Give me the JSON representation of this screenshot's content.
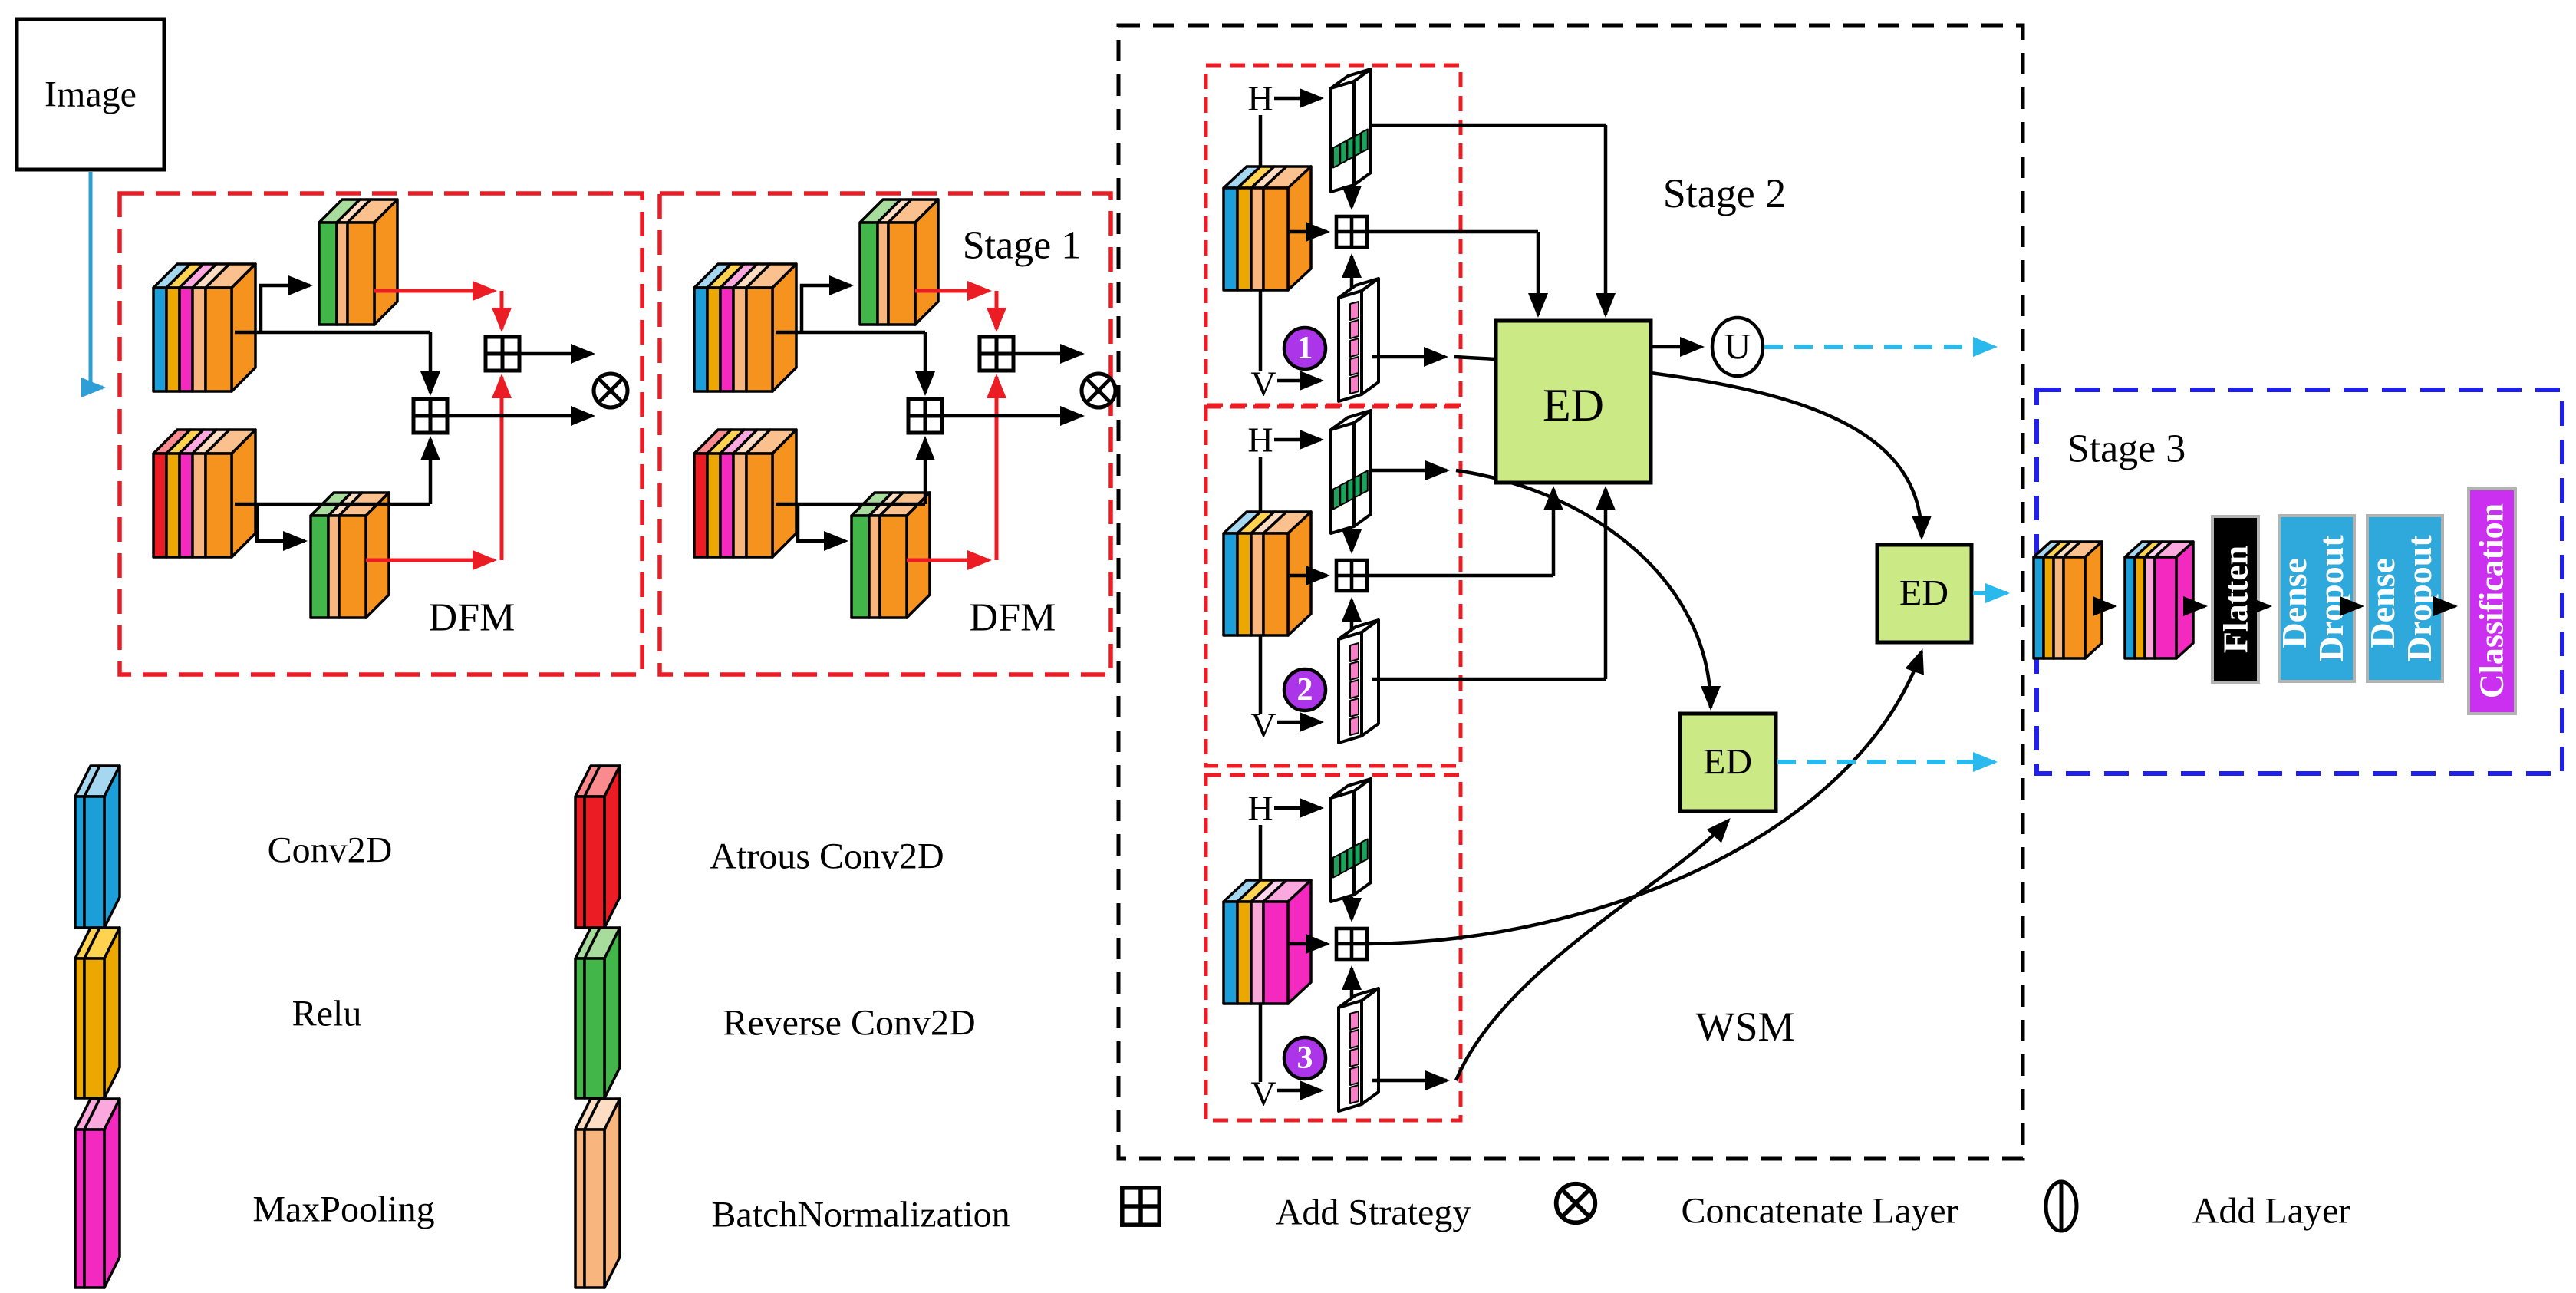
{
  "labels": {
    "image": "Image",
    "dfm": "DFM",
    "stage1": "Stage 1",
    "stage2": "Stage 2",
    "stage3": "Stage 3",
    "wsm": "WSM",
    "ed": "ED",
    "u": "U",
    "h": "H",
    "v": "V",
    "n1": "1",
    "n2": "2",
    "n3": "3"
  },
  "stage3": {
    "flatten": "Flatten",
    "dense_line1": "Dense",
    "dense_line2": "Dropout",
    "classification": "Classification"
  },
  "legend": {
    "items": [
      {
        "id": "conv2d",
        "name": "Conv2D"
      },
      {
        "id": "relu",
        "name": "Relu"
      },
      {
        "id": "maxpooling",
        "name": "MaxPooling"
      },
      {
        "id": "atrous_conv2d",
        "name": "Atrous  Conv2D"
      },
      {
        "id": "reverse_conv2d",
        "name": "Reverse Conv2D"
      },
      {
        "id": "batchnorm",
        "name": "BatchNormalization"
      }
    ]
  },
  "symbol_legend": {
    "add_strategy": "Add Strategy",
    "concatenate_layer": "Concatenate Layer",
    "add_layer": "Add Layer"
  },
  "colors": {
    "red_accent": "#EC1C24",
    "cyan_dash": "#29B9EC",
    "image_arrow_blue": "#2E9FD6",
    "stage3_border": "#2020EE",
    "ed_fill": "#CBEA85",
    "number_circle_fill": "#AC35E9",
    "flatten_fill": "#000000",
    "dense_fill": "#2FA8DC",
    "classification_fill": "#CB2FF0",
    "box_gray_border": "#B3B3B3",
    "attn_band_h": "#19A35C",
    "attn_band_v": "#F77FC8",
    "black": "#000000",
    "white": "#FFFFFF"
  },
  "palette": {
    "conv2d": {
      "front": "#1C9FD8",
      "top": "#A6D7F0"
    },
    "relu": {
      "front": "#EDA800",
      "top": "#FFD34F"
    },
    "maxpooling": {
      "front": "#F42AC0",
      "top": "#FBA8DF"
    },
    "atrous_conv2d": {
      "front": "#EC1C24",
      "top": "#F98A8D"
    },
    "reverse_conv2d": {
      "front": "#43B649",
      "top": "#A8DC9C"
    },
    "batchnorm": {
      "front": "#F9B57E",
      "top": "#FCDCC2"
    },
    "orange_body": {
      "front": "#F6921E",
      "top": "#FAC08E"
    },
    "magenta_body": {
      "front": "#F42AC0",
      "top": "#FBA8DF"
    },
    "pink": {
      "front": "#F9A8D8",
      "top": "#FDD3ED"
    }
  },
  "stacks": {
    "dfm_top": [
      "conv2d",
      "relu",
      "maxpooling",
      "batchnorm",
      "orange_body"
    ],
    "dfm_bottom": [
      "atrous_conv2d",
      "relu",
      "maxpooling",
      "batchnorm",
      "orange_body"
    ],
    "dfm_green": [
      "reverse_conv2d",
      "batchnorm",
      "orange_body"
    ],
    "branch12": [
      "conv2d",
      "relu",
      "batchnorm",
      "orange_body"
    ],
    "branch3": [
      "conv2d",
      "relu",
      "pink",
      "magenta_body"
    ],
    "stage3_a": [
      "conv2d",
      "relu",
      "batchnorm",
      "orange_body"
    ],
    "stage3_b": [
      "conv2d",
      "relu",
      "pink",
      "magenta_body"
    ],
    "legend_conv2d": [
      "conv2d",
      "conv2d"
    ],
    "legend_relu": [
      "relu",
      "relu"
    ],
    "legend_maxpooling": [
      "maxpooling",
      "maxpooling"
    ],
    "legend_atrous_conv2d": [
      "atrous_conv2d",
      "atrous_conv2d"
    ],
    "legend_reverse_conv2d": [
      "reverse_conv2d",
      "reverse_conv2d"
    ],
    "legend_batchnorm": [
      "batchnorm",
      "batchnorm"
    ]
  }
}
